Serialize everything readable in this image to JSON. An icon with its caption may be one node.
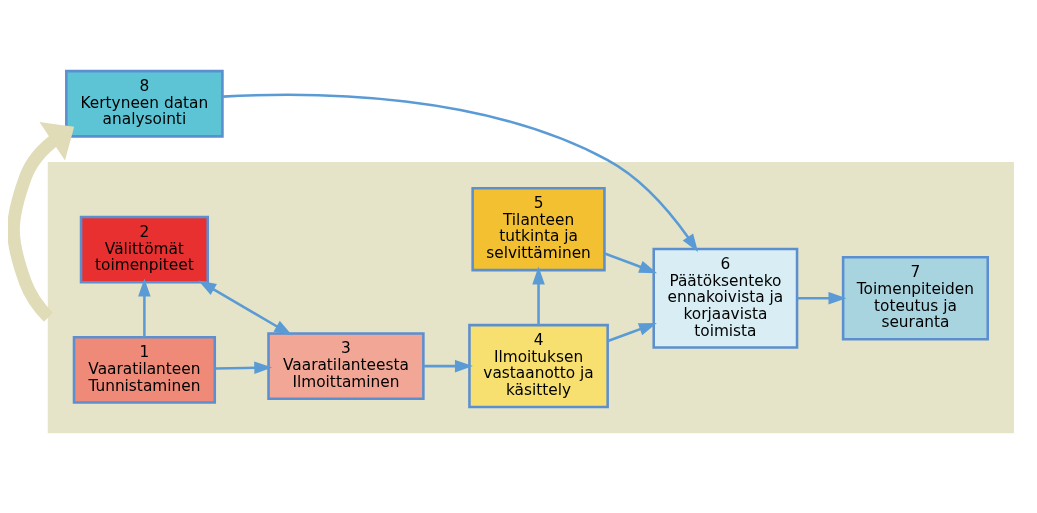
{
  "diagram": {
    "nodes": [
      {
        "text": [
          "8",
          "Kertyneen datan analysointi"
        ]
      },
      {
        "text": [],
        "shape": "box"
      },
      {
        "text": [
          "1",
          "Vaaratilanteen Tunnistaminen"
        ],
        "in": 1
      },
      {
        "text": [
          "3",
          "Vaaratilanteesta Ilmoittaminen"
        ],
        "in": 1
      },
      {
        "text": [
          "4",
          "Ilmoituksen vastaanotto ja käsittely"
        ],
        "in": 1
      },
      {
        "text": [
          "6",
          "Päätöksenteko ennakoivista ja korjaavista toimista"
        ],
        "in": 1
      },
      {
        "text": [
          "7",
          "Toimenpiteiden toteutus ja seuranta"
        ],
        "in": 1
      },
      {
        "text": [
          "2",
          "Välittömät toimenpiteet"
        ],
        "in": 1
      },
      {
        "text": [
          "5",
          "Tilanteen tutkinta ja selvittäminen"
        ],
        "in": 1
      }
    ],
    "edges": [
      {
        "from": 1,
        "to": 0,
        "arrow": "to",
        "style": "thick",
        "color": "#e0dcb8"
      },
      {
        "from": 0,
        "to": 5,
        "arrow": "to"
      },
      {
        "from": 2,
        "to": 3,
        "arrow": "to"
      },
      {
        "from": 3,
        "to": 4,
        "arrow": "to"
      },
      {
        "from": 4,
        "to": 5,
        "arrow": "to"
      },
      {
        "from": 5,
        "to": 6,
        "arrow": "to"
      },
      {
        "from": 2,
        "to": 7,
        "arrow": "to"
      },
      {
        "from": 7,
        "to": 3,
        "arrow": "both"
      },
      {
        "from": 4,
        "to": 8,
        "arrow": "to"
      },
      {
        "from": 8,
        "to": 5,
        "arrow": "to"
      }
    ]
  }
}
